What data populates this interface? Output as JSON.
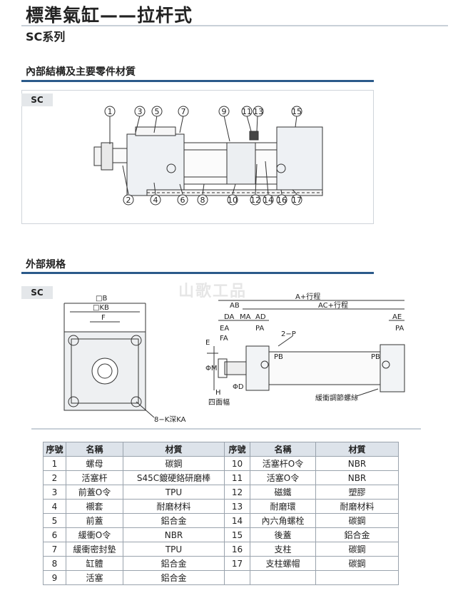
{
  "header": {
    "title": "標準氣缸——拉杆式",
    "series": "SC系列"
  },
  "internal": {
    "heading": "內部結構及主要零件材質",
    "tab": "SC",
    "top_labels": [
      "1",
      "3",
      "5",
      "7",
      "9",
      "11",
      "13",
      "15"
    ],
    "bottom_labels": [
      "2",
      "4",
      "6",
      "8",
      "10",
      "12",
      "14",
      "16",
      "17"
    ]
  },
  "external": {
    "heading": "外部規格",
    "tab": "SC",
    "watermark": "山歌工品",
    "dims": {
      "box_b": "□B",
      "box_kb": "□KB",
      "f": "F",
      "k": "8−K深KA",
      "a": "A+行程",
      "ac": "AC+行程",
      "ab": "AB",
      "da": "DA",
      "ma": "MA",
      "ad": "AD",
      "ea": "EA",
      "fa": "FA",
      "pa": "PA",
      "ae": "AE",
      "pa2": "PA",
      "p": "2−P",
      "e": "E",
      "phim": "ΦM",
      "phid": "ΦD",
      "pb": "PB",
      "pb2": "PB",
      "h": "H",
      "flats": "四面幅",
      "adjust": "緩衝調節螺絲"
    }
  },
  "table": {
    "headers": [
      "序號",
      "名稱",
      "材質",
      "序號",
      "名稱",
      "材質"
    ],
    "rows": [
      [
        "1",
        "螺母",
        "碳鋼",
        "10",
        "活塞杆O令",
        "NBR"
      ],
      [
        "2",
        "活塞杆",
        "S45C鍍硬鉻研磨棒",
        "11",
        "活塞O令",
        "NBR"
      ],
      [
        "3",
        "前蓋O令",
        "TPU",
        "12",
        "磁鐵",
        "塑膠"
      ],
      [
        "4",
        "襯套",
        "耐磨材料",
        "13",
        "耐磨環",
        "耐磨材料"
      ],
      [
        "5",
        "前蓋",
        "鋁合金",
        "14",
        "內六角螺栓",
        "碳鋼"
      ],
      [
        "6",
        "緩衝O令",
        "NBR",
        "15",
        "後蓋",
        "鋁合金"
      ],
      [
        "7",
        "緩衝密封墊",
        "TPU",
        "16",
        "支柱",
        "碳鋼"
      ],
      [
        "8",
        "缸體",
        "鋁合金",
        "17",
        "支柱螺帽",
        "碳鋼"
      ],
      [
        "9",
        "活塞",
        "鋁合金",
        "",
        "",
        " "
      ]
    ]
  },
  "colors": {
    "accent": "#2b5a8a",
    "line": "#333333",
    "header_bg": "#dde3ea"
  }
}
